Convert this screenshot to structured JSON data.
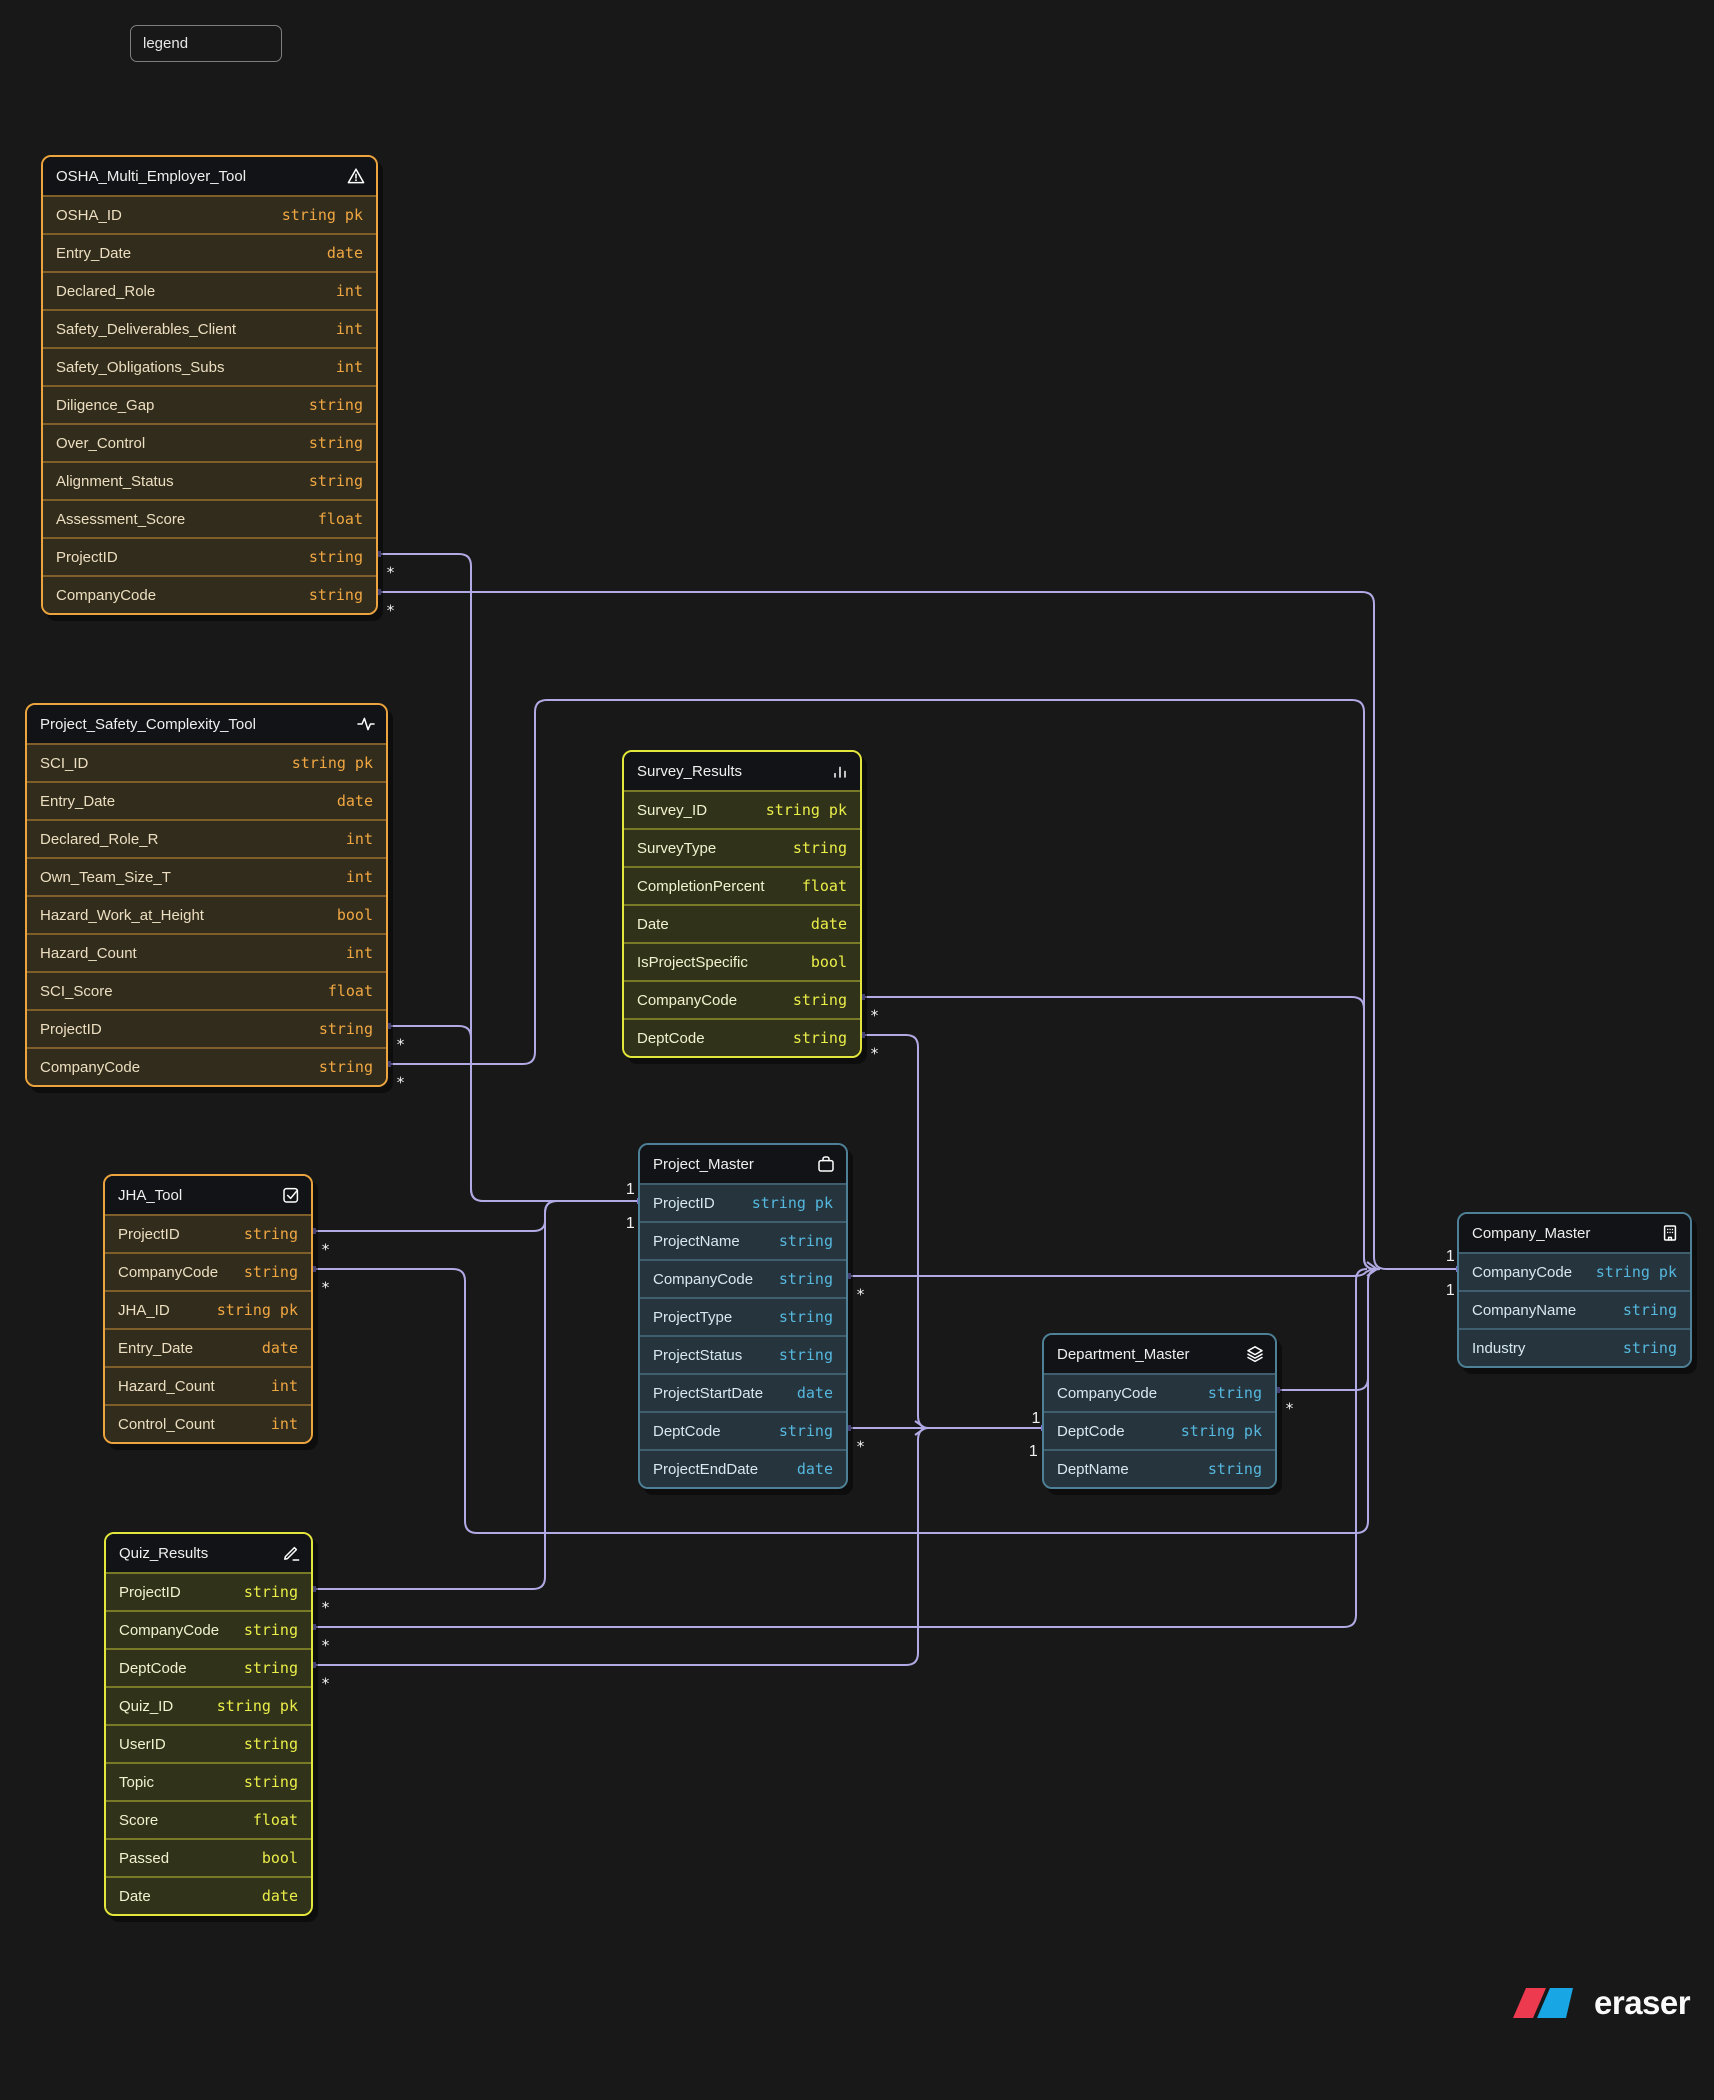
{
  "legend": {
    "text": "legend"
  },
  "logo": {
    "text": "eraser",
    "red": "#ee3a4e",
    "blue": "#19a6e4"
  },
  "colors": {
    "background": "#181818",
    "connector": "#b1aae4",
    "orange_accent": "#eca43f",
    "yellow_accent": "#e3e73c",
    "blue_accent": "#4e8197"
  },
  "diagram": {
    "many_marker": "*",
    "tables": [
      {
        "id": "osha",
        "name": "OSHA_Multi_Employer_Tool",
        "icon": "warning-icon",
        "theme": "orange",
        "fields": [
          {
            "name": "OSHA_ID",
            "type": "string pk"
          },
          {
            "name": "Entry_Date",
            "type": "date"
          },
          {
            "name": "Declared_Role",
            "type": "int"
          },
          {
            "name": "Safety_Deliverables_Client",
            "type": "int"
          },
          {
            "name": "Safety_Obligations_Subs",
            "type": "int"
          },
          {
            "name": "Diligence_Gap",
            "type": "string"
          },
          {
            "name": "Over_Control",
            "type": "string"
          },
          {
            "name": "Alignment_Status",
            "type": "string"
          },
          {
            "name": "Assessment_Score",
            "type": "float"
          },
          {
            "name": "ProjectID",
            "type": "string"
          },
          {
            "name": "CompanyCode",
            "type": "string"
          }
        ]
      },
      {
        "id": "psc",
        "name": "Project_Safety_Complexity_Tool",
        "icon": "activity-icon",
        "theme": "orange",
        "fields": [
          {
            "name": "SCI_ID",
            "type": "string pk"
          },
          {
            "name": "Entry_Date",
            "type": "date"
          },
          {
            "name": "Declared_Role_R",
            "type": "int"
          },
          {
            "name": "Own_Team_Size_T",
            "type": "int"
          },
          {
            "name": "Hazard_Work_at_Height",
            "type": "bool"
          },
          {
            "name": "Hazard_Count",
            "type": "int"
          },
          {
            "name": "SCI_Score",
            "type": "float"
          },
          {
            "name": "ProjectID",
            "type": "string"
          },
          {
            "name": "CompanyCode",
            "type": "string"
          }
        ]
      },
      {
        "id": "jha",
        "name": "JHA_Tool",
        "icon": "checkbox-icon",
        "theme": "orange",
        "fields": [
          {
            "name": "ProjectID",
            "type": "string"
          },
          {
            "name": "CompanyCode",
            "type": "string"
          },
          {
            "name": "JHA_ID",
            "type": "string pk"
          },
          {
            "name": "Entry_Date",
            "type": "date"
          },
          {
            "name": "Hazard_Count",
            "type": "int"
          },
          {
            "name": "Control_Count",
            "type": "int"
          }
        ]
      },
      {
        "id": "quiz",
        "name": "Quiz_Results",
        "icon": "pencil-icon",
        "theme": "yellow",
        "fields": [
          {
            "name": "ProjectID",
            "type": "string"
          },
          {
            "name": "CompanyCode",
            "type": "string"
          },
          {
            "name": "DeptCode",
            "type": "string"
          },
          {
            "name": "Quiz_ID",
            "type": "string pk"
          },
          {
            "name": "UserID",
            "type": "string"
          },
          {
            "name": "Topic",
            "type": "string"
          },
          {
            "name": "Score",
            "type": "float"
          },
          {
            "name": "Passed",
            "type": "bool"
          },
          {
            "name": "Date",
            "type": "date"
          }
        ]
      },
      {
        "id": "survey",
        "name": "Survey_Results",
        "icon": "bar-chart-icon",
        "theme": "yellow",
        "fields": [
          {
            "name": "Survey_ID",
            "type": "string pk"
          },
          {
            "name": "SurveyType",
            "type": "string"
          },
          {
            "name": "CompletionPercent",
            "type": "float"
          },
          {
            "name": "Date",
            "type": "date"
          },
          {
            "name": "IsProjectSpecific",
            "type": "bool"
          },
          {
            "name": "CompanyCode",
            "type": "string"
          },
          {
            "name": "DeptCode",
            "type": "string"
          }
        ]
      },
      {
        "id": "project",
        "name": "Project_Master",
        "icon": "briefcase-icon",
        "theme": "blue",
        "fields": [
          {
            "name": "ProjectID",
            "type": "string pk"
          },
          {
            "name": "ProjectName",
            "type": "string"
          },
          {
            "name": "CompanyCode",
            "type": "string"
          },
          {
            "name": "ProjectType",
            "type": "string"
          },
          {
            "name": "ProjectStatus",
            "type": "string"
          },
          {
            "name": "ProjectStartDate",
            "type": "date"
          },
          {
            "name": "DeptCode",
            "type": "string"
          },
          {
            "name": "ProjectEndDate",
            "type": "date"
          }
        ]
      },
      {
        "id": "dept",
        "name": "Department_Master",
        "icon": "layers-icon",
        "theme": "blue",
        "fields": [
          {
            "name": "CompanyCode",
            "type": "string"
          },
          {
            "name": "DeptCode",
            "type": "string pk"
          },
          {
            "name": "DeptName",
            "type": "string"
          }
        ]
      },
      {
        "id": "company",
        "name": "Company_Master",
        "icon": "building-icon",
        "theme": "blue",
        "fields": [
          {
            "name": "CompanyCode",
            "type": "string pk"
          },
          {
            "name": "CompanyName",
            "type": "string"
          },
          {
            "name": "Industry",
            "type": "string"
          }
        ]
      }
    ],
    "relationships": [
      {
        "from": "OSHA_Multi_Employer_Tool.ProjectID",
        "to": "Project_Master.ProjectID",
        "from_card": "*",
        "to_card": "1"
      },
      {
        "from": "Project_Safety_Complexity_Tool.ProjectID",
        "to": "Project_Master.ProjectID",
        "from_card": "*",
        "to_card": "1"
      },
      {
        "from": "JHA_Tool.ProjectID",
        "to": "Project_Master.ProjectID",
        "from_card": "*",
        "to_card": "1"
      },
      {
        "from": "Quiz_Results.ProjectID",
        "to": "Project_Master.ProjectID",
        "from_card": "*",
        "to_card": "1"
      },
      {
        "from": "OSHA_Multi_Employer_Tool.CompanyCode",
        "to": "Company_Master.CompanyCode",
        "from_card": "*",
        "to_card": "1"
      },
      {
        "from": "Project_Safety_Complexity_Tool.CompanyCode",
        "to": "Company_Master.CompanyCode",
        "from_card": "*",
        "to_card": "1"
      },
      {
        "from": "Survey_Results.CompanyCode",
        "to": "Company_Master.CompanyCode",
        "from_card": "*",
        "to_card": "1"
      },
      {
        "from": "Project_Master.CompanyCode",
        "to": "Company_Master.CompanyCode",
        "from_card": "*",
        "to_card": "1"
      },
      {
        "from": "Department_Master.CompanyCode",
        "to": "Company_Master.CompanyCode",
        "from_card": "*",
        "to_card": "1"
      },
      {
        "from": "JHA_Tool.CompanyCode",
        "to": "Company_Master.CompanyCode",
        "from_card": "*",
        "to_card": "1"
      },
      {
        "from": "Quiz_Results.CompanyCode",
        "to": "Company_Master.CompanyCode",
        "from_card": "*",
        "to_card": "1"
      },
      {
        "from": "Survey_Results.DeptCode",
        "to": "Department_Master.DeptCode",
        "from_card": "*",
        "to_card": "1"
      },
      {
        "from": "Project_Master.DeptCode",
        "to": "Department_Master.DeptCode",
        "from_card": "*",
        "to_card": "1"
      },
      {
        "from": "Quiz_Results.DeptCode",
        "to": "Department_Master.DeptCode",
        "from_card": "*",
        "to_card": "1"
      }
    ],
    "junction_labels": [
      {
        "id": "project-projectid",
        "above": "1 1",
        "below": "1 1"
      },
      {
        "id": "company-companycode",
        "above": "1 1",
        "below": "1 1"
      },
      {
        "id": "dept-deptcode",
        "above": "1",
        "below": "1 1"
      }
    ]
  }
}
